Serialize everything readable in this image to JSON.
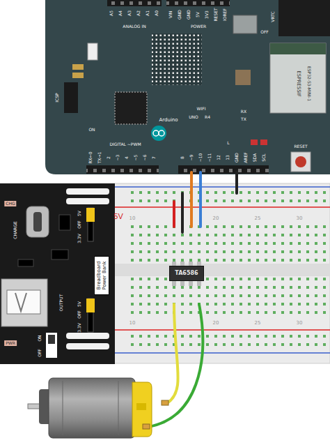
{
  "diagram": {
    "nodes": [
      {
        "text": [
          "TA6586"
        ]
      }
    ],
    "labels": [
      "A5",
      "A4",
      "A3",
      "A2",
      "A1",
      "A0",
      "ANALOG IN",
      "VIN",
      "GND",
      "GND",
      "5V",
      "3V3",
      "RESET",
      "IOREF",
      "POWER",
      "VRTC",
      "OFF",
      "ICSP",
      "ON",
      "Arduino",
      "UNO",
      "R4",
      "WIFI",
      "ESPRESSIF",
      "ESP32-S3-MINI-1",
      "RX",
      "TX",
      "L",
      "DIGITAL ~PWM",
      "RESET",
      "RX←0",
      "TX→1",
      "2",
      "~3",
      "4",
      "~5",
      "~6",
      "7",
      "8",
      "~9",
      "~10",
      "~11",
      "12",
      "13",
      "GND",
      "AREF",
      "SDA",
      "SCL",
      "10",
      "20",
      "25",
      "30",
      "10",
      "20",
      "25",
      "30",
      "CHG",
      "CHARGE",
      "3.3V",
      "OFF",
      "5V",
      "Breadboard Power Bank",
      "OUTPUT",
      "3.3V",
      "OFF",
      "5V",
      "PWR",
      "ON",
      "OFF",
      "5V"
    ]
  }
}
